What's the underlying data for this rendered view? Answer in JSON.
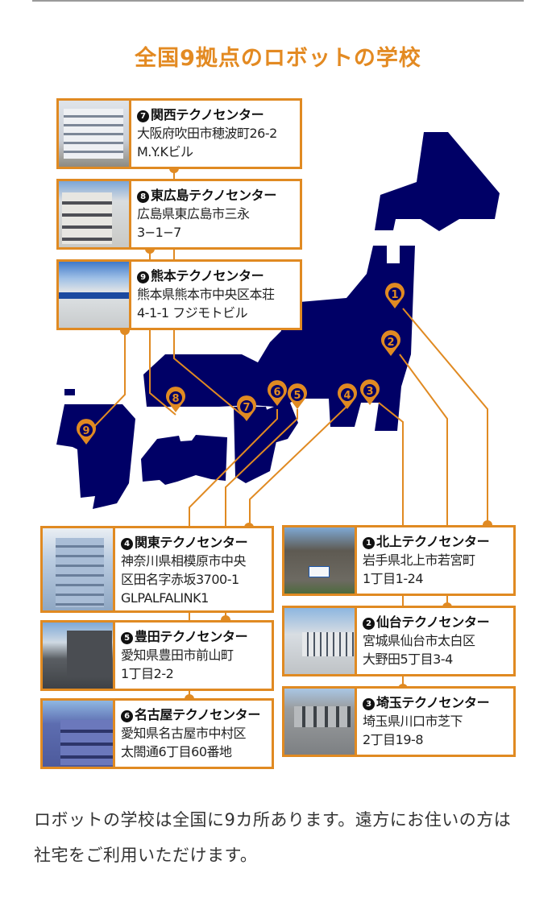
{
  "header": {
    "title": "全国9拠点のロボットの学校"
  },
  "colors": {
    "accent": "#e08a22",
    "map_fill": "#000066",
    "text": "#222222"
  },
  "locations": [
    {
      "number": "1",
      "badge": "❶",
      "name": "北上テクノセンター",
      "address_line1": "岩手県北上市若宮町",
      "address_line2": "1丁目1-24",
      "address_line3": ""
    },
    {
      "number": "2",
      "badge": "❷",
      "name": "仙台テクノセンター",
      "address_line1": "宮城県仙台市太白区",
      "address_line2": "大野田5丁目3-4",
      "address_line3": ""
    },
    {
      "number": "3",
      "badge": "❸",
      "name": "埼玉テクノセンター",
      "address_line1": "埼玉県川口市芝下",
      "address_line2": "2丁目19-8",
      "address_line3": ""
    },
    {
      "number": "4",
      "badge": "❹",
      "name": "関東テクノセンター",
      "address_line1": "神奈川県相模原市中央",
      "address_line2": "区田名字赤坂3700-1",
      "address_line3": "GLPALFALINK1"
    },
    {
      "number": "5",
      "badge": "❺",
      "name": "豊田テクノセンター",
      "address_line1": "愛知県豊田市前山町",
      "address_line2": "1丁目2-2",
      "address_line3": ""
    },
    {
      "number": "6",
      "badge": "❻",
      "name": "名古屋テクノセンター",
      "address_line1": "愛知県名古屋市中村区",
      "address_line2": "太閤通6丁目60番地",
      "address_line3": ""
    },
    {
      "number": "7",
      "badge": "❼",
      "name": "関西テクノセンター",
      "address_line1": "大阪府吹田市穂波町26-2",
      "address_line2": "M.Y.Kビル",
      "address_line3": ""
    },
    {
      "number": "8",
      "badge": "❽",
      "name": "東広島テクノセンター",
      "address_line1": "広島県東広島市三永",
      "address_line2": "3−1−7",
      "address_line3": ""
    },
    {
      "number": "9",
      "badge": "❾",
      "name": "熊本テクノセンター",
      "address_line1": "熊本県熊本市中央区本荘",
      "address_line2": "4-1-1 フジモトビル",
      "address_line3": ""
    }
  ],
  "description": "ロボットの学校は全国に9カ所あります。遠方にお住いの方は社宅をご利用いただけます。"
}
